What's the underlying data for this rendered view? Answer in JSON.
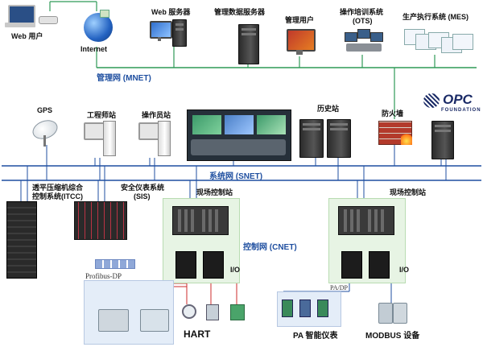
{
  "labels": {
    "web_user": "Web 用户",
    "internet": "Internet",
    "web_server": "Web 服务器",
    "mgmt_db_server": "管理数据服务器",
    "mgmt_user": "管理用户",
    "ots_line1": "操作培训系统",
    "ots_line2": "(OTS)",
    "mes": "生产执行系统 (MES)",
    "gps": "GPS",
    "engineer_station": "工程师站",
    "operator_station": "操作员站",
    "history_station": "历史站",
    "firewall": "防火墙",
    "opc": "OPC",
    "opc_foundation": "FOUNDATION",
    "itcc_line1": "透平压缩机综合",
    "itcc_line2": "控制系统(ITCC)",
    "sis_line1": "安全仪表系统",
    "sis_line2": "(SIS)",
    "field_station_1": "现场控制站",
    "field_station_2": "现场控制站",
    "io_1": "I/O",
    "io_2": "I/O",
    "profibus": "Profibus-DP",
    "hart": "HART",
    "pa_dp": "PA/DP",
    "pa_instruments": "PA 智能仪表",
    "modbus": "MODBUS 设备"
  },
  "networks": {
    "mnet": "管理网 (MNET)",
    "snet": "系统网 (SNET)",
    "cnet": "控制网 (CNET)"
  },
  "colors": {
    "mnet_line": "#2e9a57",
    "snet_line": "#1f4fa0",
    "cnet_line": "#9b3aa8",
    "panel_bg": "#e7f4e4"
  }
}
